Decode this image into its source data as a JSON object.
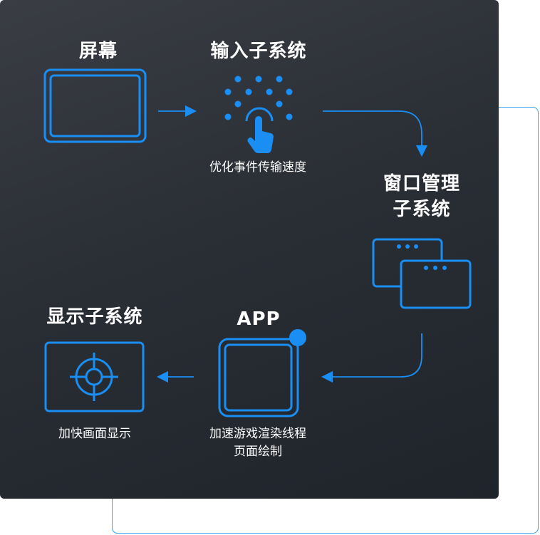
{
  "accent_color": "#1a8ef2",
  "nodes": {
    "screen": {
      "title": "屏幕",
      "icon": "tablet-screen-icon"
    },
    "input": {
      "title": "输入子系统",
      "caption": "优化事件传输速度",
      "icon": "touch-tap-icon"
    },
    "window": {
      "title_line1": "窗口管理",
      "title_line2": "子系统",
      "icon": "stacked-windows-icon"
    },
    "app": {
      "title": "APP",
      "caption_line1": "加速游戏渲染线程",
      "caption_line2": "页面绘制",
      "icon": "app-square-icon"
    },
    "display": {
      "title": "显示子系统",
      "caption": "加快画面显示",
      "icon": "crosshair-target-icon"
    }
  }
}
